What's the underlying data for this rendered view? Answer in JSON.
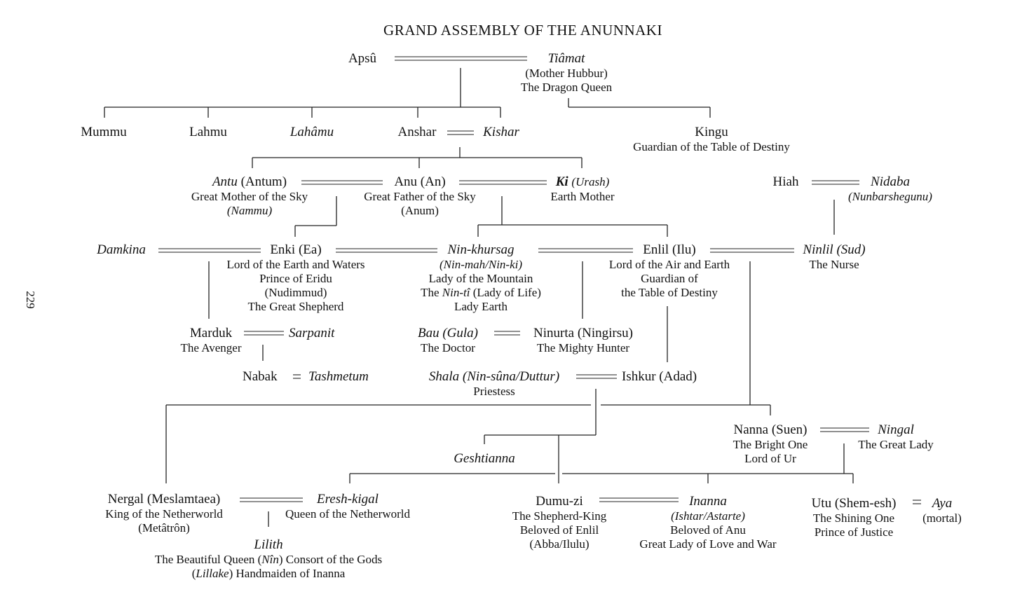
{
  "title": "GRAND ASSEMBLY OF THE ANUNNAKI",
  "page_number": "229",
  "people": {
    "apsu": {
      "name": "Apsû"
    },
    "tiamat": {
      "name": "Tiâmat",
      "alt": "(Mother Hubbur)",
      "epithet": "The Dragon Queen"
    },
    "mummu": {
      "name": "Mummu"
    },
    "lahmu": {
      "name": "Lahmu"
    },
    "lahamu": {
      "name": "Lahâmu"
    },
    "anshar": {
      "name": "Anshar"
    },
    "kishar": {
      "name": "Kishar"
    },
    "kingu": {
      "name": "Kingu",
      "epithet": "Guardian of the Table of Destiny"
    },
    "antu": {
      "name": "Antu",
      "alt": "(Antum)",
      "epithet": "Great Mother of the Sky",
      "alt2": "(Nammu)"
    },
    "anu": {
      "name": "Anu (An)",
      "epithet": "Great Father of the Sky",
      "alt": "(Anum)"
    },
    "ki": {
      "name": "Ki",
      "alt": "(Urash)",
      "epithet": "Earth Mother"
    },
    "hiah": {
      "name": "Hiah"
    },
    "nidaba": {
      "name": "Nidaba",
      "alt": "(Nunbarshegunu)"
    },
    "damkina": {
      "name": "Damkina"
    },
    "enki": {
      "name": "Enki (Ea)",
      "epithets": [
        "Lord of the Earth and Waters",
        "Prince of Eridu",
        "(Nudimmud)",
        "The Great Shepherd"
      ]
    },
    "ninkhursag": {
      "name": "Nin-khursag",
      "alt": "(Nin-mah/Nin-ki)",
      "epithets": [
        "Lady of the Mountain",
        "The Nin-tî (Lady of Life)",
        "Lady Earth"
      ]
    },
    "enlil": {
      "name": "Enlil (Ilu)",
      "epithets": [
        "Lord of the Air and Earth",
        "Guardian of",
        "the Table of Destiny"
      ]
    },
    "ninlil": {
      "name": "Ninlil",
      "alt": "(Sud)",
      "epithet": "The Nurse"
    },
    "marduk": {
      "name": "Marduk",
      "epithet": "The Avenger"
    },
    "sarpanit": {
      "name": "Sarpanit"
    },
    "nabak": {
      "name": "Nabak"
    },
    "tashmetum": {
      "name": "Tashmetum"
    },
    "bau": {
      "name": "Bau",
      "alt": "(Gula)",
      "epithet": "The Doctor"
    },
    "ninurta": {
      "name": "Ninurta (Ningirsu)",
      "epithet": "The Mighty Hunter"
    },
    "shala": {
      "name": "Shala",
      "alt": "(Nin-sûna/Duttur)",
      "epithet": "Priestess"
    },
    "ishkur": {
      "name": "Ishkur (Adad)"
    },
    "nanna": {
      "name": "Nanna (Suen)",
      "epithets": [
        "The Bright One",
        "Lord of Ur"
      ]
    },
    "ningal": {
      "name": "Ningal",
      "epithet": "The Great Lady"
    },
    "geshtianna": {
      "name": "Geshtianna"
    },
    "nergal": {
      "name": "Nergal (Meslamtaea)",
      "epithets": [
        "King of the Netherworld",
        "(Metâtrôn)"
      ]
    },
    "ereshkigal": {
      "name": "Eresh-kigal",
      "epithet": "Queen of the Netherworld"
    },
    "lilith": {
      "name": "Lilith",
      "line1_a": "The Beautiful Queen (",
      "line1_b": "Nîn",
      "line1_c": ") Consort of the Gods",
      "line2_a": "(",
      "line2_b": "Lillake",
      "line2_c": ") Handmaiden of Inanna"
    },
    "dumuzi": {
      "name": "Dumu-zi",
      "epithets": [
        "The Shepherd-King",
        "Beloved of Enlil",
        "(Abba/Ilulu)"
      ]
    },
    "inanna": {
      "name": "Inanna",
      "alt": "(Ishtar/Astarte)",
      "epithets": [
        "Beloved of Anu",
        "Great Lady of Love and War"
      ]
    },
    "utu": {
      "name": "Utu (Shem-esh)",
      "epithets": [
        "The Shining One",
        "Prince of Justice"
      ]
    },
    "aya": {
      "name": "Aya",
      "epithet": "(mortal)"
    }
  },
  "symbols": {
    "marriage": "="
  },
  "ninti": {
    "pre": "The ",
    "it": "Nin-tî",
    "post": " (Lady of Life)"
  }
}
